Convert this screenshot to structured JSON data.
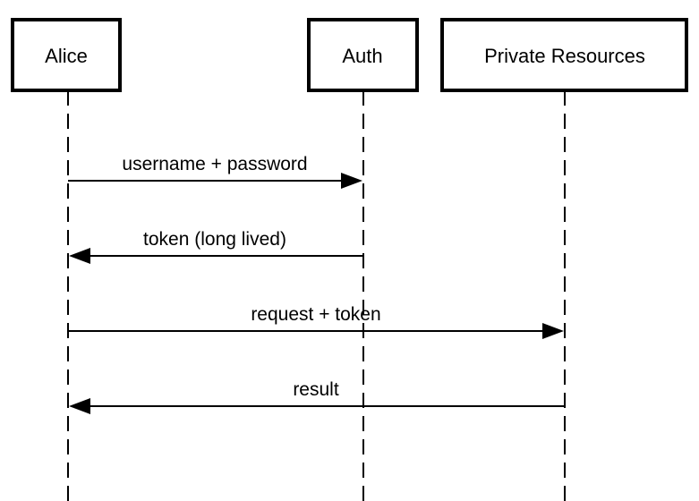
{
  "participants": [
    {
      "id": "alice",
      "label": "Alice"
    },
    {
      "id": "auth",
      "label": "Auth"
    },
    {
      "id": "resources",
      "label": "Private Resources"
    }
  ],
  "messages": [
    {
      "from": "alice",
      "to": "auth",
      "label": "username + password"
    },
    {
      "from": "auth",
      "to": "alice",
      "label": "token (long lived)"
    },
    {
      "from": "alice",
      "to": "resources",
      "label": "request + token"
    },
    {
      "from": "resources",
      "to": "alice",
      "label": "result"
    }
  ]
}
